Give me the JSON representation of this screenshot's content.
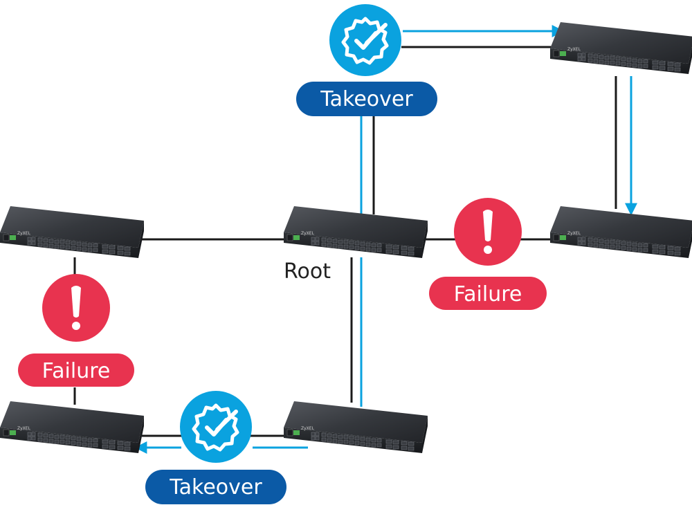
{
  "diagram": {
    "root_label": "Root",
    "takeover_top": "Takeover",
    "takeover_bottom": "Takeover",
    "failure_right": "Failure",
    "failure_left": "Failure"
  },
  "colors": {
    "takeover_accent": "#0aa2df",
    "takeover_badge": "#0b5aa6",
    "failure": "#e8334f",
    "link": "#1a1a1a",
    "switch_body": "#2b2d31"
  },
  "icons": {
    "takeover": "check-badge-icon",
    "failure": "exclamation-icon"
  }
}
